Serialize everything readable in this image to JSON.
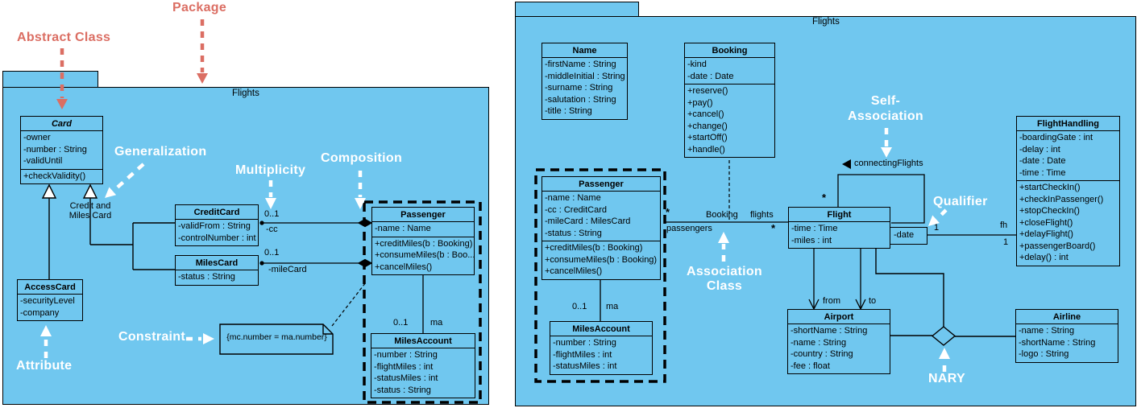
{
  "colors": {
    "shape_fill": "#70C7EF",
    "line": "#000000",
    "annotation_red": "#DB6E63",
    "annotation_white": "#FFFFFF"
  },
  "left_package": {
    "title": "Flights"
  },
  "right_package": {
    "title": "Flights"
  },
  "annotations": {
    "package": "Package",
    "abstract_class": "Abstract Class",
    "generalization": "Generalization",
    "multiplicity": "Multiplicity",
    "composition": "Composition",
    "constraint": "Constraint",
    "attribute": "Attribute",
    "self_association": [
      "Self-",
      "Association"
    ],
    "qualifier": "Qualifier",
    "association_class": [
      "Association",
      "Class"
    ],
    "nary": "NARY"
  },
  "classes": {
    "card": {
      "title": "Card",
      "attrs": [
        "-owner",
        "-number : String",
        "-validUntil"
      ],
      "ops": [
        "+checkValidity()"
      ]
    },
    "credit_card": {
      "title": "CreditCard",
      "attrs": [
        "-validFrom : String",
        "-controlNumber : int"
      ]
    },
    "miles_card": {
      "title": "MilesCard",
      "attrs": [
        "-status : String"
      ]
    },
    "access_card": {
      "title": "AccessCard",
      "attrs": [
        "-securityLevel",
        "-company"
      ]
    },
    "passenger_l": {
      "title": "Passenger",
      "attrs": [
        "-name : Name"
      ],
      "ops": [
        "+creditMiles(b : Booking)",
        "+consumeMiles(b : Boo...",
        "+cancelMiles()"
      ]
    },
    "miles_account_l": {
      "title": "MilesAccount",
      "attrs": [
        "-number : String",
        "-flightMiles : int",
        "-statusMiles : int",
        "-status : String"
      ]
    },
    "name": {
      "title": "Name",
      "attrs": [
        "-firstName : String",
        "-middleInitial : String",
        "-surname : String",
        "-salutation : String",
        "-title : String"
      ]
    },
    "booking": {
      "title": "Booking",
      "attrs": [
        "-kind",
        "-date : Date"
      ],
      "ops": [
        "+reserve()",
        "+pay()",
        "+cancel()",
        "+change()",
        "+startOff()",
        "+handle()"
      ]
    },
    "passenger_r": {
      "title": "Passenger",
      "attrs": [
        "-name : Name",
        "-cc : CreditCard",
        "-mileCard : MilesCard",
        "-status : String"
      ],
      "ops": [
        "+creditMiles(b : Booking)",
        "+consumeMiles(b : Booking)",
        "+cancelMiles()"
      ]
    },
    "miles_account_r": {
      "title": "MilesAccount",
      "attrs": [
        "-number : String",
        "-flightMiles : int",
        "-statusMiles : int"
      ]
    },
    "flight": {
      "title": "Flight",
      "attrs": [
        "-time : Time",
        "-miles : int"
      ]
    },
    "airport": {
      "title": "Airport",
      "attrs": [
        "-shortName : String",
        "-name : String",
        "-country : String",
        "-fee : float"
      ]
    },
    "airline": {
      "title": "Airline",
      "attrs": [
        "-name : String",
        "-shortName : String",
        "-logo : String"
      ]
    },
    "flight_handling": {
      "title": "FlightHandling",
      "attrs": [
        "-boardingGate : int",
        "-delay : int",
        "-date : Date",
        "-time : Time"
      ],
      "ops": [
        "+startCheckIn()",
        "+checkInPassenger()",
        "+stopCheckIn()",
        "+closeFlight()",
        "+delayFlight()",
        "+passengerBoard()",
        "+delay() : int"
      ]
    }
  },
  "labels": {
    "cc_mult": "0..1",
    "cc_role": "-cc",
    "milecard_mult": "0..1",
    "milecard_role": "-mileCard",
    "gen_note": [
      "Credit and",
      "Miles Card"
    ],
    "ma_left_mult": "0..1",
    "ma_left_role": "ma",
    "constraint_text": "{mc.number = ma.number}",
    "pass_mult": "*",
    "pass_role": "passengers",
    "assoc_class_name": "Booking",
    "flights_role": "flights",
    "flights_mult": "*",
    "self_assoc_marker": "◀",
    "self_assoc_name": "connectingFlights",
    "self_assoc_mult": "*",
    "qualifier_attr": "-date",
    "qual_mult": "1",
    "fh_role": "fh",
    "fh_mult": "1",
    "from_role": "from",
    "to_role": "to",
    "ma_right_mult": "0..1",
    "ma_right_role": "ma"
  }
}
